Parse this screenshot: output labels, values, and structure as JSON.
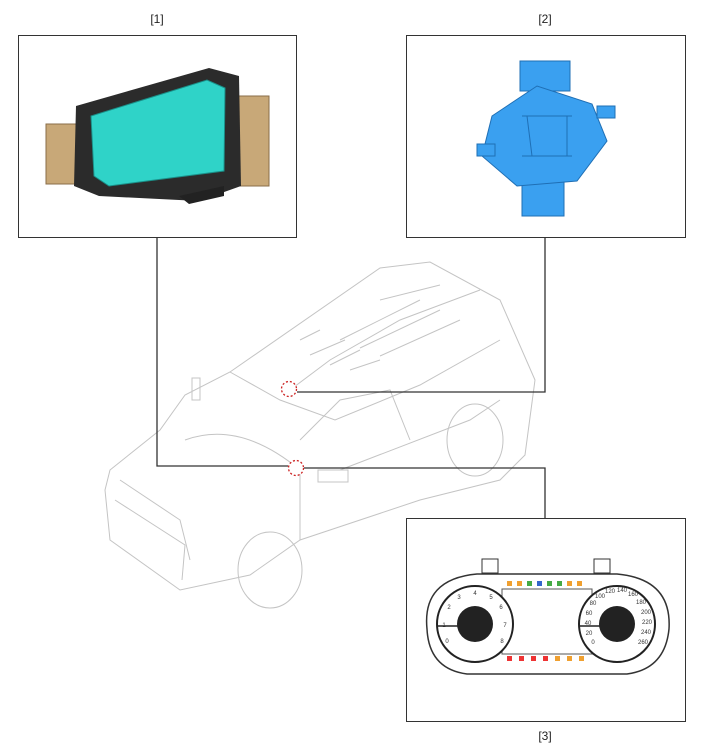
{
  "callouts": [
    {
      "label": "[1]",
      "component": "display-module"
    },
    {
      "label": "[2]",
      "component": "sensor"
    },
    {
      "label": "[3]",
      "component": "instrument-cluster"
    }
  ],
  "cluster": {
    "tach_labels": [
      "0",
      "1",
      "2",
      "3",
      "4",
      "5",
      "6",
      "7",
      "8"
    ],
    "speed_labels": [
      "0",
      "20",
      "40",
      "60",
      "80",
      "100",
      "120",
      "140",
      "160",
      "180",
      "200",
      "220",
      "240",
      "260"
    ]
  },
  "colors": {
    "leader_line": "#333333",
    "marker": "#cc2222",
    "screen": "#2fd3c8",
    "sensor": "#3aa0f0",
    "bracket": "#c8a878"
  }
}
